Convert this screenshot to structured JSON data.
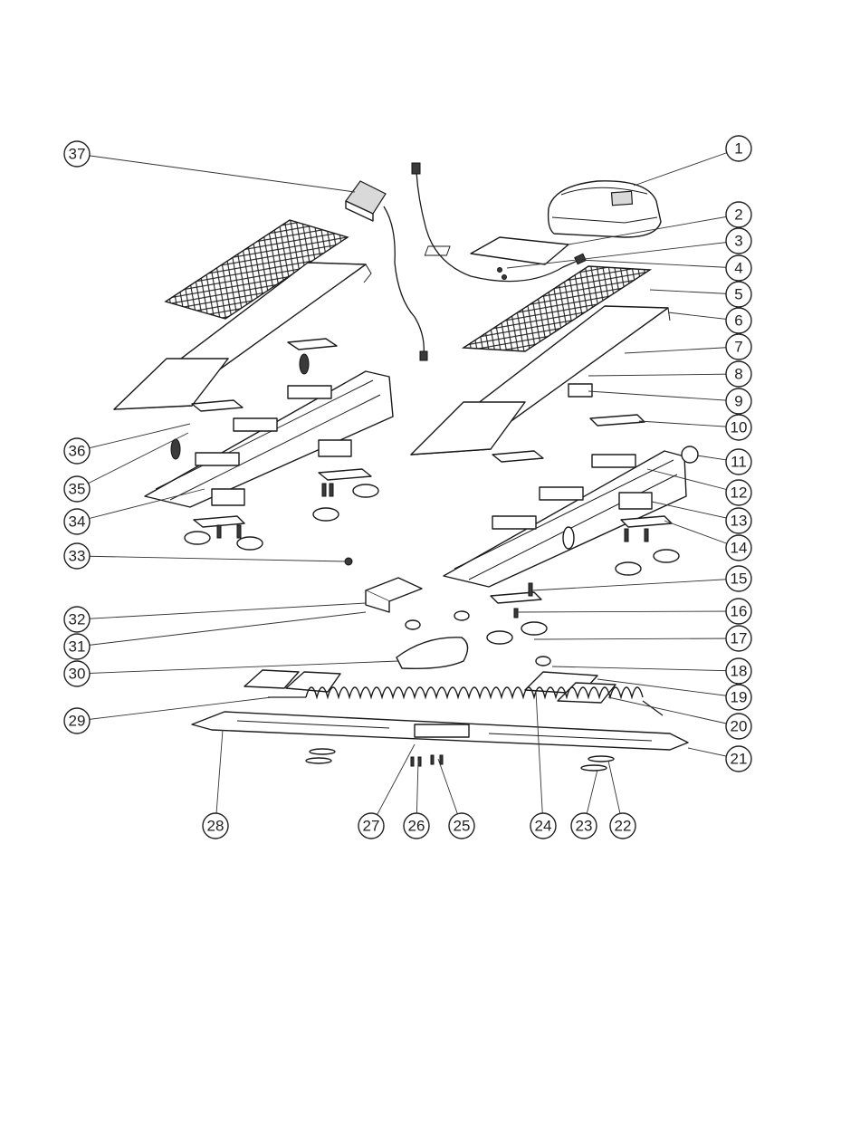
{
  "callouts": [
    {
      "num": "1"
    },
    {
      "num": "2"
    },
    {
      "num": "3"
    },
    {
      "num": "4"
    },
    {
      "num": "5"
    },
    {
      "num": "6"
    },
    {
      "num": "7"
    },
    {
      "num": "8"
    },
    {
      "num": "9"
    },
    {
      "num": "10"
    },
    {
      "num": "11"
    },
    {
      "num": "12"
    },
    {
      "num": "13"
    },
    {
      "num": "14"
    },
    {
      "num": "15"
    },
    {
      "num": "16"
    },
    {
      "num": "17"
    },
    {
      "num": "18"
    },
    {
      "num": "19"
    },
    {
      "num": "20"
    },
    {
      "num": "21"
    },
    {
      "num": "22"
    },
    {
      "num": "23"
    },
    {
      "num": "24"
    },
    {
      "num": "25"
    },
    {
      "num": "26"
    },
    {
      "num": "27"
    },
    {
      "num": "28"
    },
    {
      "num": "29"
    },
    {
      "num": "30"
    },
    {
      "num": "31"
    },
    {
      "num": "32"
    },
    {
      "num": "33"
    },
    {
      "num": "34"
    },
    {
      "num": "35"
    },
    {
      "num": "36"
    },
    {
      "num": "37"
    }
  ]
}
